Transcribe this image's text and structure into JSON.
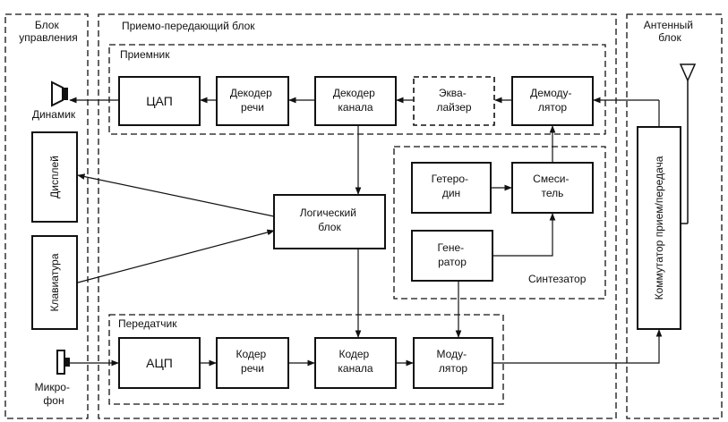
{
  "groups": {
    "control": [
      "Блок",
      "управления"
    ],
    "transceiver": "Приемо-передающий блок",
    "antenna": [
      "Антенный",
      "блок"
    ],
    "receiver": "Приемник",
    "transmitter": "Передатчик",
    "synthesizer": "Синтезатор"
  },
  "blocks": {
    "dac": [
      "ЦАП"
    ],
    "speech_decoder": [
      "Декодер",
      "речи"
    ],
    "channel_decoder": [
      "Декодер",
      "канала"
    ],
    "equalizer": [
      "Эква-",
      "лайзер"
    ],
    "demodulator": [
      "Демоду-",
      "лятор"
    ],
    "heterodyne": [
      "Гетеро-",
      "дин"
    ],
    "mixer": [
      "Смеси-",
      "тель"
    ],
    "generator": [
      "Гене-",
      "ратор"
    ],
    "logic": [
      "Логический",
      "блок"
    ],
    "adc": [
      "АЦП"
    ],
    "speech_coder": [
      "Кодер",
      "речи"
    ],
    "channel_coder": [
      "Кодер",
      "канала"
    ],
    "modulator": [
      "Моду-",
      "лятор"
    ],
    "display": "Дисплей",
    "keyboard": "Клавиатура",
    "switch": "Коммутатор прием/передача"
  },
  "devices": {
    "speaker": "Динамик",
    "microphone": [
      "Микро-",
      "фон"
    ]
  }
}
